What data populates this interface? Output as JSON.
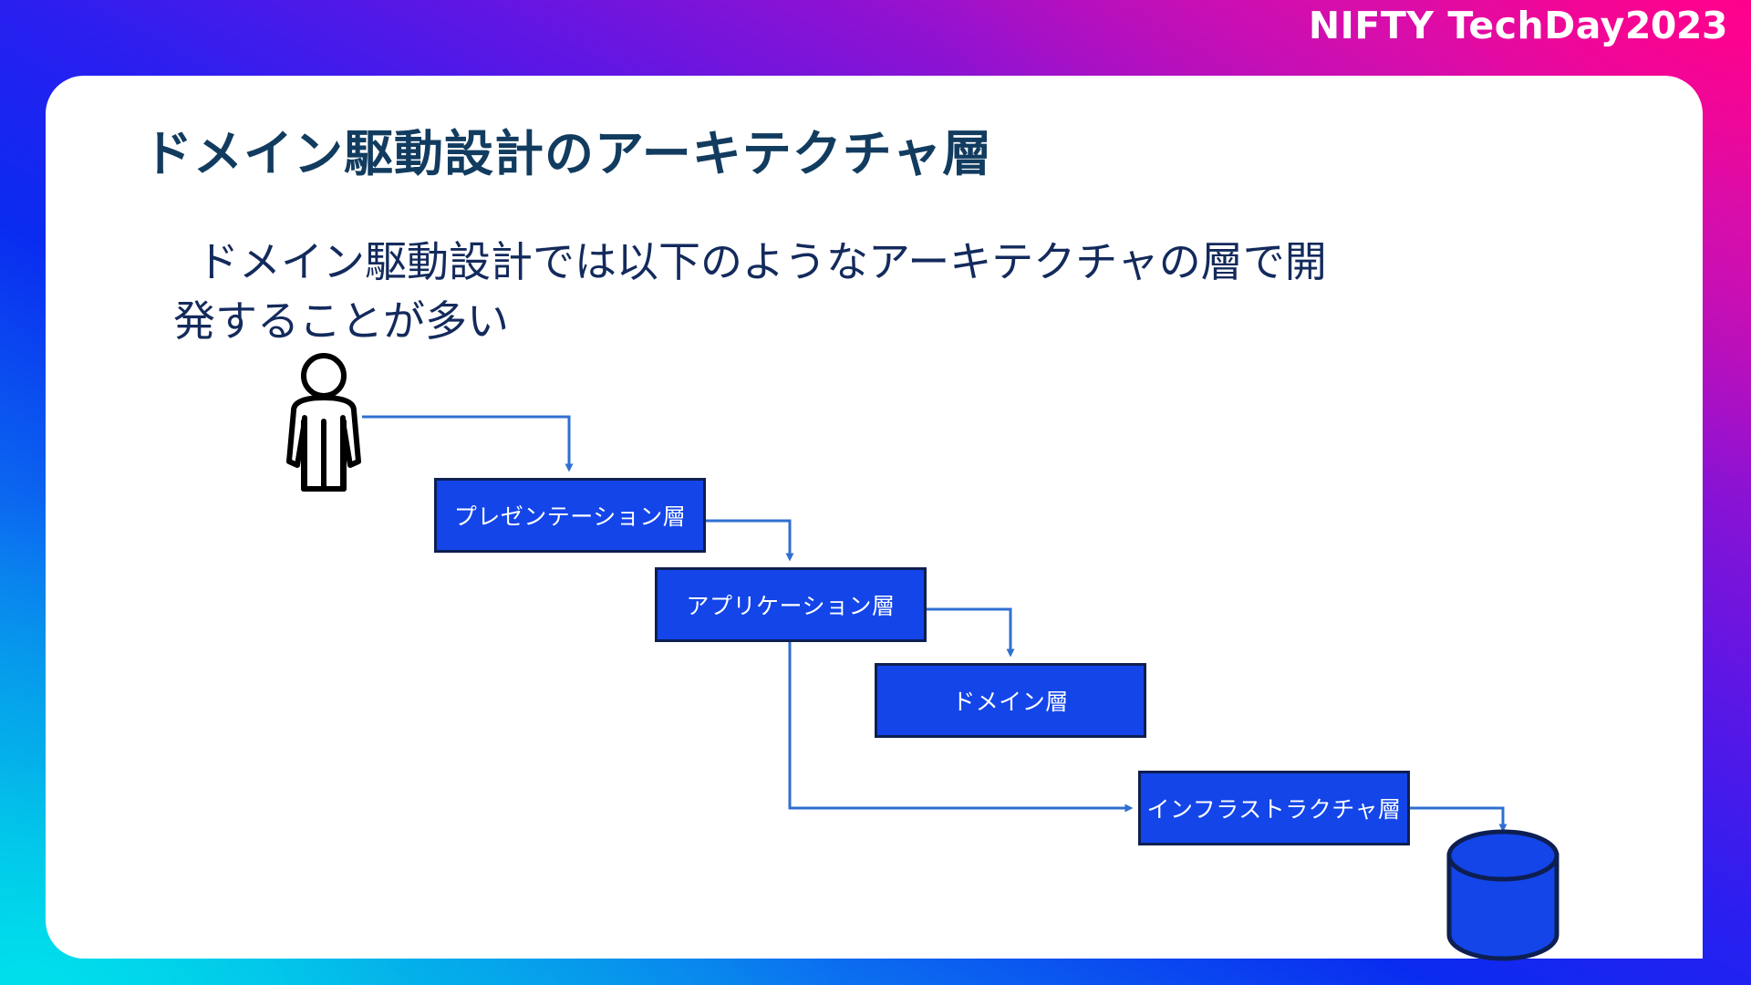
{
  "header": {
    "logo_brand": "NIFTY",
    "logo_product": "TechDay",
    "logo_year": "2023"
  },
  "slide": {
    "title": "ドメイン駆動設計のアーキテクチャ層",
    "body_line1": "ドメイン駆動設計では以下のようなアーキテクチャの層で開",
    "body_line2": "発することが多い"
  },
  "diagram": {
    "actor_label": "user-actor",
    "database_label": "database-cylinder",
    "layers": [
      {
        "id": "presentation",
        "label": "プレゼンテーション層"
      },
      {
        "id": "application",
        "label": "アプリケーション層"
      },
      {
        "id": "domain",
        "label": "ドメイン層"
      },
      {
        "id": "infrastructure",
        "label": "インフラストラクチャ層"
      }
    ]
  },
  "colors": {
    "box_fill": "#1345e8",
    "box_border": "#0d1f52",
    "title_text": "#123c5f",
    "body_text": "#132a5c",
    "arrow": "#2f6fd0",
    "actor_stroke": "#000000",
    "bg_gradient_start": "#00c8e6",
    "bg_gradient_mid": "#0a2bf0",
    "bg_gradient_end": "#ff0a8c"
  }
}
